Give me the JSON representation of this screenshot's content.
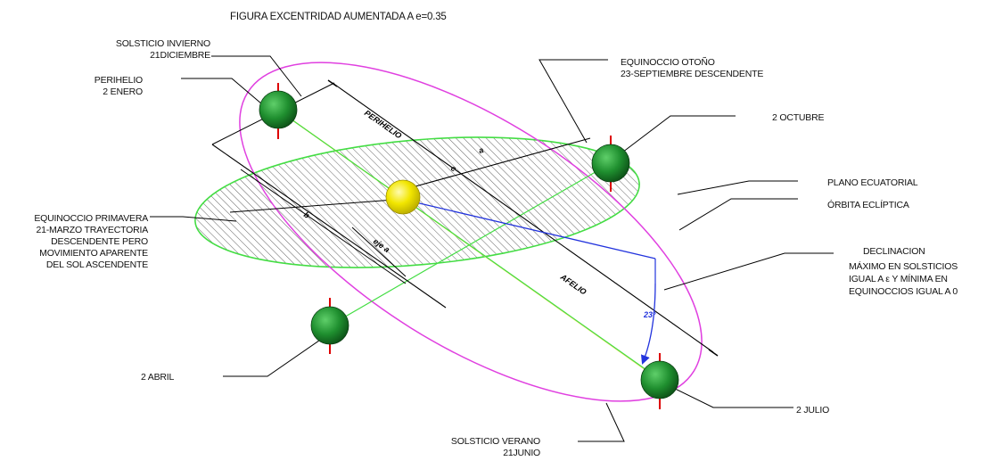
{
  "title": "FIGURA EXCENTRIDAD AUMENTADA A e=0.35",
  "labels": {
    "solsticio_invierno": [
      "SOLSTICIO INVIERNO",
      "21DICIEMBRE"
    ],
    "perihelio": [
      "PERIHELIO",
      "2 ENERO"
    ],
    "equinoccio_primavera": [
      "EQUINOCCIO PRIMAVERA",
      "21-MARZO TRAYECTORIA",
      "DESCENDENTE PERO",
      "MOVIMIENTO APARENTE",
      "DEL SOL ASCENDENTE"
    ],
    "abril": [
      "2 ABRIL"
    ],
    "solsticio_verano": [
      "SOLSTICIO VERANO",
      "21JUNIO"
    ],
    "equinoccio_otono": [
      "EQUINOCCIO OTOÑO",
      "23-SEPTIEMBRE DESCENDENTE"
    ],
    "octubre": [
      "2 OCTUBRE"
    ],
    "plano_ecuatorial": [
      "PLANO ECUATORIAL"
    ],
    "orbita_ecliptica": [
      "ÓRBITA ECLÍPTICA"
    ],
    "declinacion": [
      "DECLINACION",
      "MÁXIMO EN SOLSTICIOS",
      "IGUAL A ε Y MÍNIMA EN",
      "EQUINOCCIOS IGUAL A 0"
    ],
    "julio": [
      "2 JULIO"
    ]
  },
  "dimension_labels": {
    "perihelio": "PERIHELIO",
    "afelio": "AFELIO",
    "c": "c",
    "a": "a",
    "b": "b",
    "eje_a": "eje a",
    "epsilon": "23°"
  },
  "colors": {
    "ecliptic_orbit": "#e040e0",
    "equatorial_plane": "#44dd44",
    "hatch": "#444444",
    "sun_line": "#f0e060",
    "declination": "#2233dd",
    "planet": "#1f8f2f",
    "planet_axis": "#dd0000",
    "sun": "#f2e600",
    "leader": "#000000"
  },
  "icons": {
    "sun": "sun-sphere",
    "earth": "earth-sphere"
  }
}
